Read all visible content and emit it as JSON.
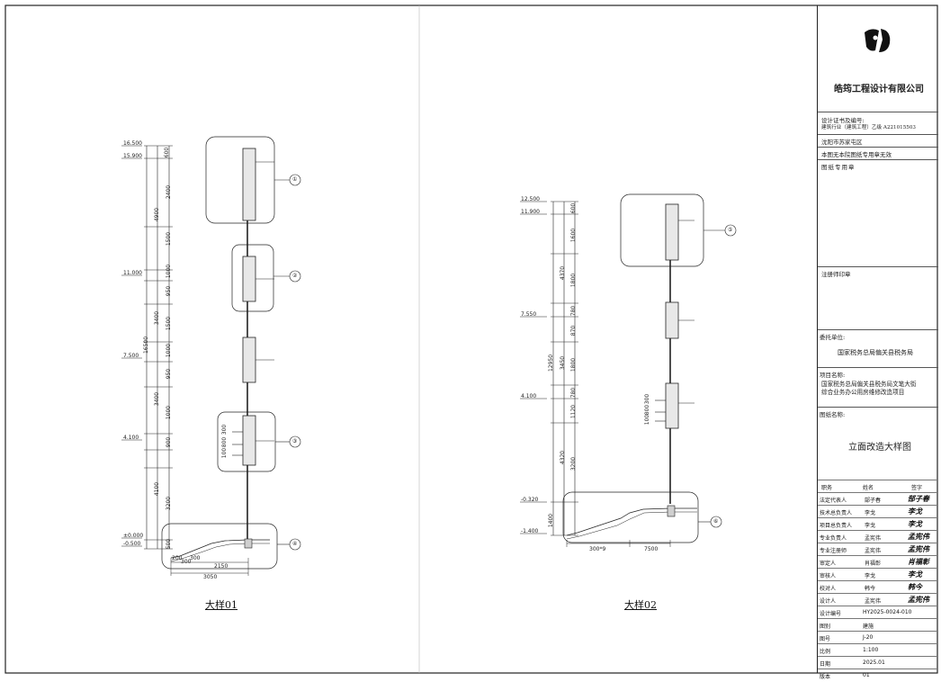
{
  "company": {
    "name": "皓筠工程设计有限公司",
    "certificate_label": "设计证书及编号:",
    "certificate_value": "建筑行业（建筑工程）乙级 A221015503",
    "location": "沈阳市苏家屯区",
    "invalid_note": "本图无本院图纸专用章无效",
    "drawing_seal_label": "图纸专用章",
    "registered_seal_label": "注册师印章"
  },
  "client": {
    "label": "委托单位:",
    "value": "国家税务总局偏关县税务局"
  },
  "project": {
    "label": "项目名称:",
    "line1": "国家税务总局偏关县税务局文笔大街",
    "line2": "综合业务办公用房维修改造项目"
  },
  "drawing": {
    "label": "图纸名称:",
    "value": "立面改造大样图"
  },
  "signoff": {
    "headers": [
      "职务",
      "姓名",
      "签字"
    ],
    "rows": [
      {
        "role": "法定代表人",
        "name": "郜子春",
        "signature": "郜子春"
      },
      {
        "role": "技术总负责人",
        "name": "李戈",
        "signature": "李戈"
      },
      {
        "role": "项目总负责人",
        "name": "李戈",
        "signature": "李戈"
      },
      {
        "role": "专业负责人",
        "name": "孟宪伟",
        "signature": "孟宪伟"
      },
      {
        "role": "专业注册师",
        "name": "孟宪伟",
        "signature": "孟宪伟"
      },
      {
        "role": "审定人",
        "name": "肖福彰",
        "signature": "肖福彰"
      },
      {
        "role": "审核人",
        "name": "李戈",
        "signature": "李戈"
      },
      {
        "role": "校对人",
        "name": "韩今",
        "signature": "韩今"
      },
      {
        "role": "设计人",
        "name": "孟宪伟",
        "signature": "孟宪伟"
      }
    ],
    "info": [
      {
        "label": "设计编号",
        "value": "HY2025-0024-010"
      },
      {
        "label": "图别",
        "value": "建施"
      },
      {
        "label": "图号",
        "value": "J-20"
      },
      {
        "label": "比例",
        "value": "1:100"
      },
      {
        "label": "日期",
        "value": "2025.01"
      },
      {
        "label": "版本",
        "value": "01"
      }
    ]
  },
  "details": {
    "left": {
      "title": "大样01",
      "elevations": [
        "16.500",
        "15.900",
        "11.000",
        "7.500",
        "4.100",
        "±0.000",
        "-0.500"
      ],
      "dims_outer": [
        "16500"
      ],
      "dims_mid": [
        "4900",
        "3400",
        "3400",
        "4100"
      ],
      "dims_inner": [
        "600",
        "2400",
        "1500",
        "1000",
        "950",
        "1500",
        "1000",
        "950",
        "1000",
        "900",
        "3200",
        "500"
      ],
      "bottom_dims": [
        "200",
        "300",
        "300",
        "2150",
        "3050"
      ],
      "callouts": [
        "①",
        "②",
        "③",
        "④"
      ],
      "sill_labels": [
        "300",
        "800",
        "100"
      ]
    },
    "right": {
      "title": "大样02",
      "elevations": [
        "12.500",
        "11.900",
        "7.550",
        "4.100",
        "-0.320",
        "-1.400"
      ],
      "dims_outer": [
        "12950",
        "1400"
      ],
      "dims_mid": [
        "4370",
        "3450",
        "4320"
      ],
      "dims_inner": [
        "600",
        "1600",
        "1800",
        "780",
        "870",
        "1800",
        "780",
        "1120",
        "3200"
      ],
      "bottom_dims": [
        "300*9",
        "7500"
      ],
      "callouts": [
        "⑤",
        "⑥"
      ],
      "sill_labels": [
        "300",
        "800",
        "100"
      ]
    }
  }
}
